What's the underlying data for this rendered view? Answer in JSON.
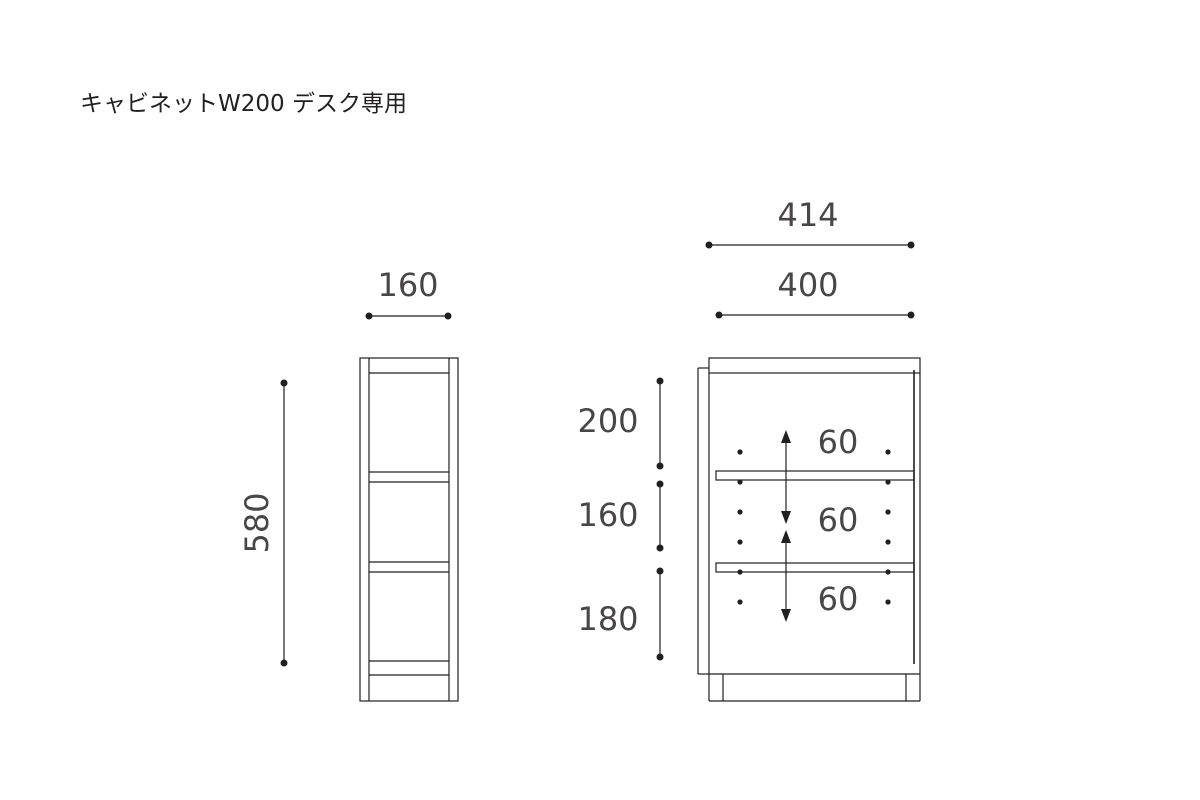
{
  "title": "キャビネットW200 デスク専用",
  "side_view": {
    "width_label": "160",
    "height_label": "580"
  },
  "front_view": {
    "outer_width_label": "414",
    "inner_width_label": "400",
    "sections": [
      {
        "height_label": "200",
        "adjust_label": "60"
      },
      {
        "height_label": "160",
        "adjust_label": "60"
      },
      {
        "height_label": "180",
        "adjust_label": "60"
      }
    ]
  },
  "colors": {
    "line": "#231f20",
    "text": "#4b4646"
  }
}
